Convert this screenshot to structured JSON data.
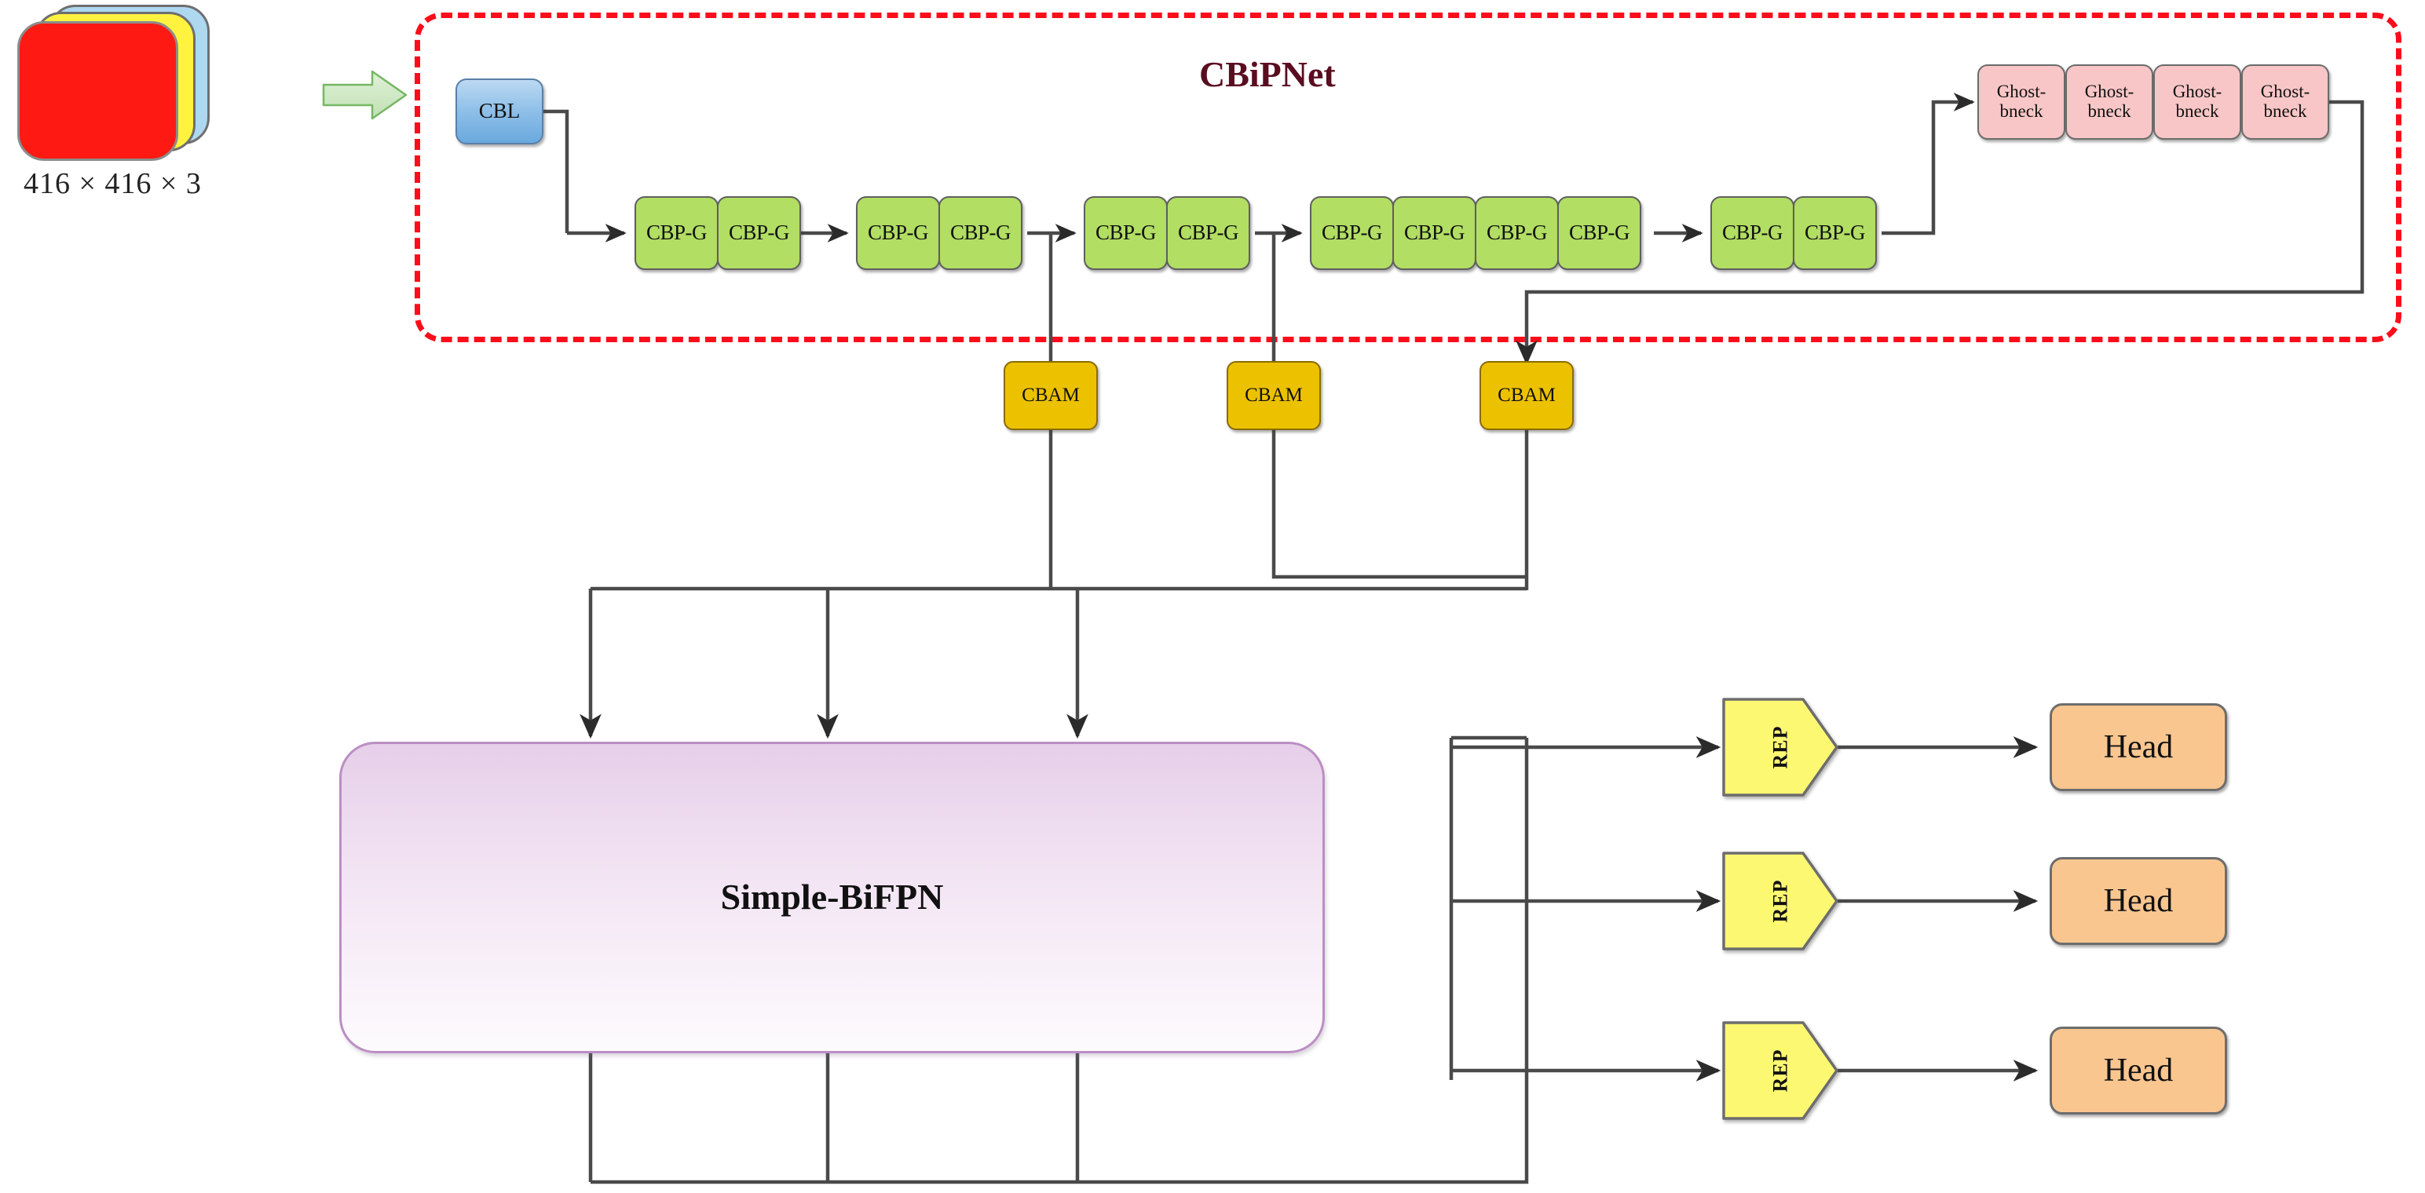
{
  "diagram": {
    "title_block": "CBiPNet",
    "input": {
      "label": "416 × 416 × 3",
      "sheet_colors": [
        "#add8f0",
        "#fff33f",
        "#fe1a13"
      ],
      "arrow_icon": "green-block-arrow"
    },
    "colors": {
      "dashed_border": "#fb0d1b",
      "title_text": "#5b0d20",
      "cbl_fill": "#8fc0e8",
      "cbpg_fill": "#b1de63",
      "ghost_fill": "#f8c6c6",
      "cbam_fill": "#ecc100",
      "bifpn_fill": "#e6cfe9",
      "rep_fill": "#fdf871",
      "head_fill": "#fac68f",
      "wire": "#4a4a4a"
    },
    "backbone": {
      "stem_label": "CBL",
      "stages": [
        {
          "name": "stage-1",
          "blocks": [
            "CBP-G",
            "CBP-G"
          ]
        },
        {
          "name": "stage-2",
          "blocks": [
            "CBP-G",
            "CBP-G"
          ]
        },
        {
          "name": "stage-3",
          "blocks": [
            "CBP-G",
            "CBP-G"
          ]
        },
        {
          "name": "stage-4",
          "blocks": [
            "CBP-G",
            "CBP-G",
            "CBP-G",
            "CBP-G"
          ]
        },
        {
          "name": "stage-5",
          "blocks": [
            "CBP-G",
            "CBP-G"
          ]
        }
      ],
      "ghost_blocks": [
        {
          "line1": "Ghost-",
          "line2": "bneck"
        },
        {
          "line1": "Ghost-",
          "line2": "bneck"
        },
        {
          "line1": "Ghost-",
          "line2": "bneck"
        },
        {
          "line1": "Ghost-",
          "line2": "bneck"
        }
      ]
    },
    "attention": {
      "label": "CBAM",
      "count": 3
    },
    "neck": {
      "label": "Simple-BiFPN"
    },
    "detect": {
      "rep_label": "REP",
      "head_label": "Head",
      "branches": [
        {
          "rep": "REP",
          "head": "Head"
        },
        {
          "rep": "REP",
          "head": "Head"
        },
        {
          "rep": "REP",
          "head": "Head"
        }
      ]
    }
  }
}
